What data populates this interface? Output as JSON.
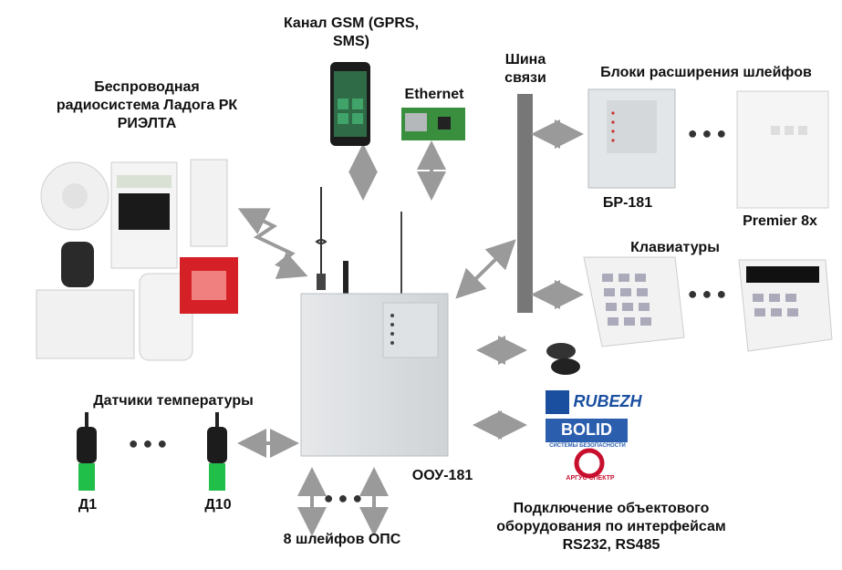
{
  "labels": {
    "gsm_line1": "Канал GSM (GPRS,",
    "gsm_line2": "SMS)",
    "ethernet": "Ethernet",
    "bus_line1": "Шина",
    "bus_line2": "связи",
    "expanders": "Блоки расширения шлейфов",
    "wireless_line1": "Беспроводная",
    "wireless_line2": "радиосистема Ладога РК",
    "wireless_line3": "РИЭЛТА",
    "br181": "БР-181",
    "premier": "Premier 8x",
    "keypads": "Клавиатуры",
    "temp_sensors": "Датчики температуры",
    "d1": "Д1",
    "d10": "Д10",
    "oou": "ООУ-181",
    "loops": "8 шлейфов ОПС",
    "connect_line1": "Подключение объектового",
    "connect_line2": "оборудования по интерфейсам",
    "connect_line3": "RS232, RS485",
    "dots": "● ● ●"
  },
  "brands": {
    "rubezh": "RUBEZH",
    "bolid": "BOLID",
    "bolid_sub": "СИСТЕМЫ БЕЗОПАСНОСТИ",
    "argus": "АРГУС СПЕКТР"
  },
  "colors": {
    "arrow": "#9a9a9a",
    "bus": "#777777",
    "rubezh_blue": "#1a4fa0",
    "bolid_blue": "#2b5fae",
    "argus_red": "#c8102e",
    "sensor_green": "#1fbf4a"
  }
}
